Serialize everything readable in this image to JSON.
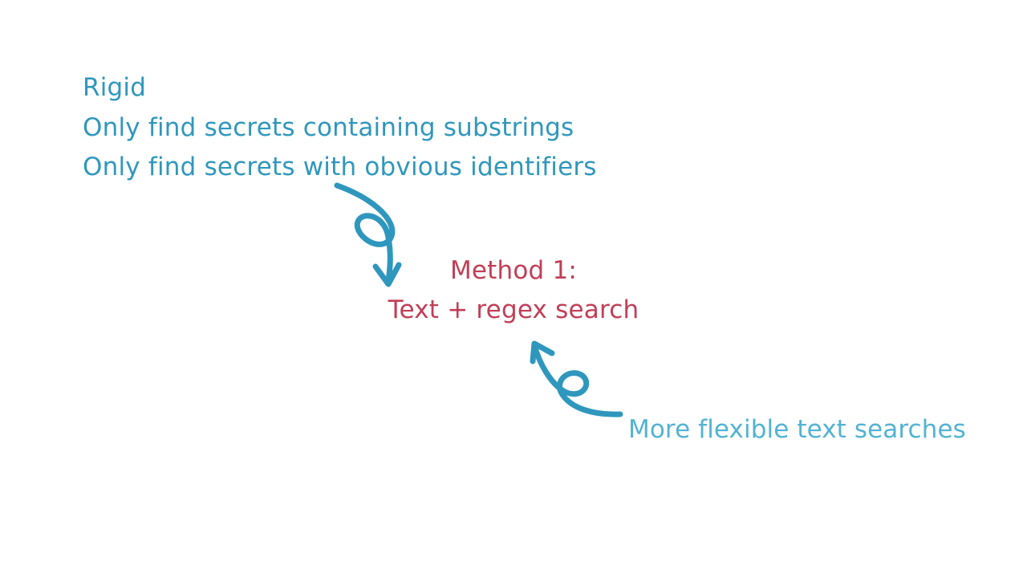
{
  "drawbacks": {
    "items": [
      {
        "label": "Rigid"
      },
      {
        "label": "Only find secrets containing substrings"
      },
      {
        "label": "Only find secrets with obvious identifiers"
      }
    ]
  },
  "method": {
    "title": "Method 1:",
    "subtitle": "Text + regex search"
  },
  "benefit": {
    "label": "More flexible text searches"
  },
  "colors": {
    "drawback_text": "#2f97bd",
    "method_text": "#c13e56",
    "benefit_text": "#52b3d3",
    "arrow": "#2f97bd"
  },
  "icons": {
    "top_arrow": "curly-arrow-down-icon",
    "bottom_arrow": "curly-arrow-up-icon"
  }
}
